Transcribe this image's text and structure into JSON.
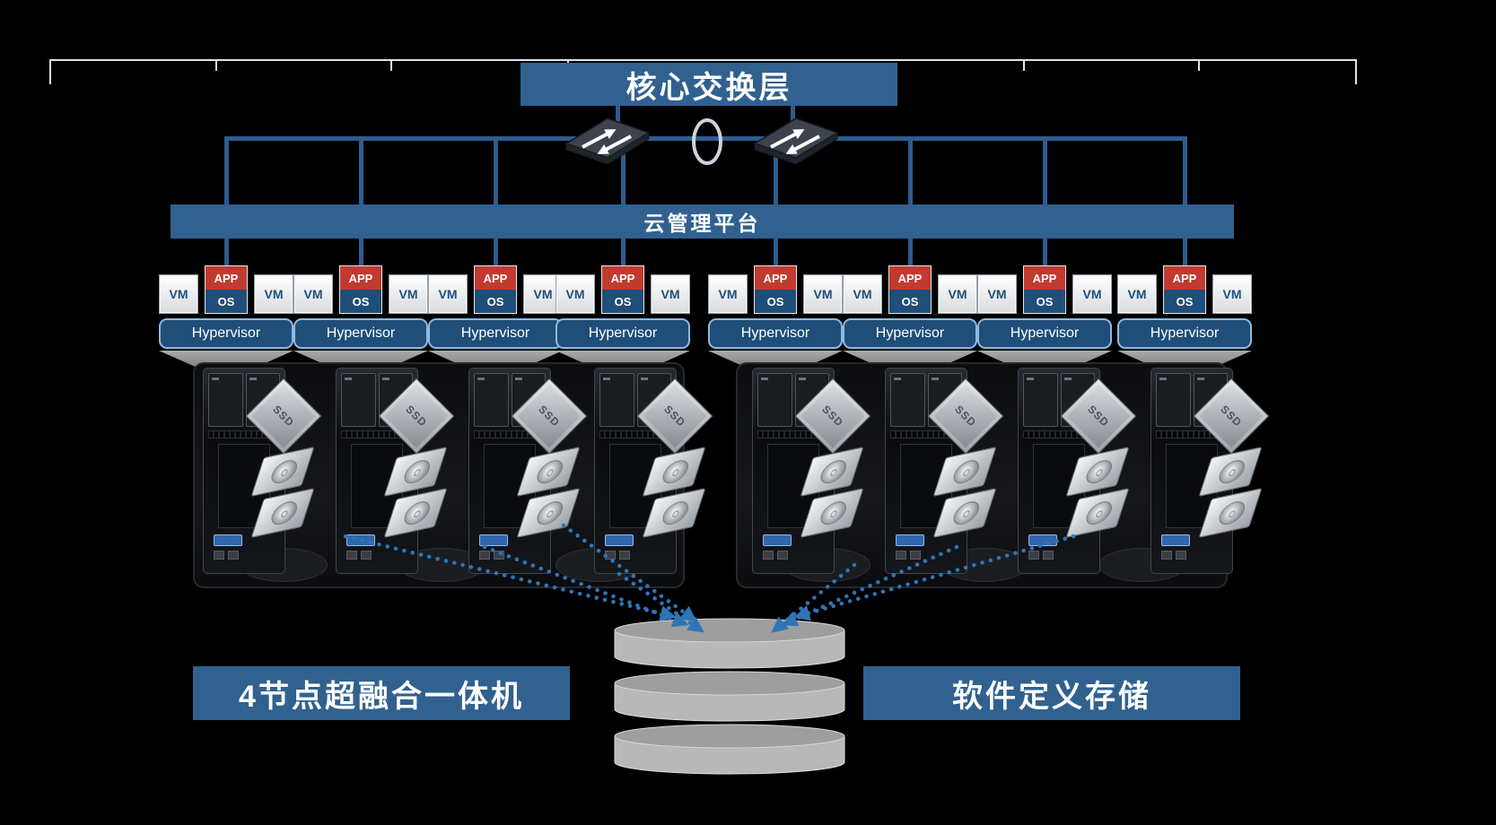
{
  "header": {
    "title": "核心交换层"
  },
  "platform": {
    "label": "云管理平台"
  },
  "node": {
    "vm": "VM",
    "app": "APP",
    "os": "OS",
    "hypervisor": "Hypervisor"
  },
  "hardware": {
    "ssd": "SSD"
  },
  "footer": {
    "left_label": "4节点超融合一体机",
    "right_label": "软件定义存储"
  },
  "icons": {
    "switch": "network-switch-icon",
    "stack_link": "stack-link-ring",
    "flow": "dotted-data-flow-arrow",
    "storage": "storage-cylinder-stack"
  },
  "colors": {
    "banner_blue": "#31618F",
    "hypervisor_blue": "#1F4E79",
    "app_red": "#C13A30",
    "line_blue": "#2E5C8F",
    "arrow_blue": "#2E75B6",
    "cylinder_gray": "#B8B8B8",
    "background": "#000000"
  }
}
